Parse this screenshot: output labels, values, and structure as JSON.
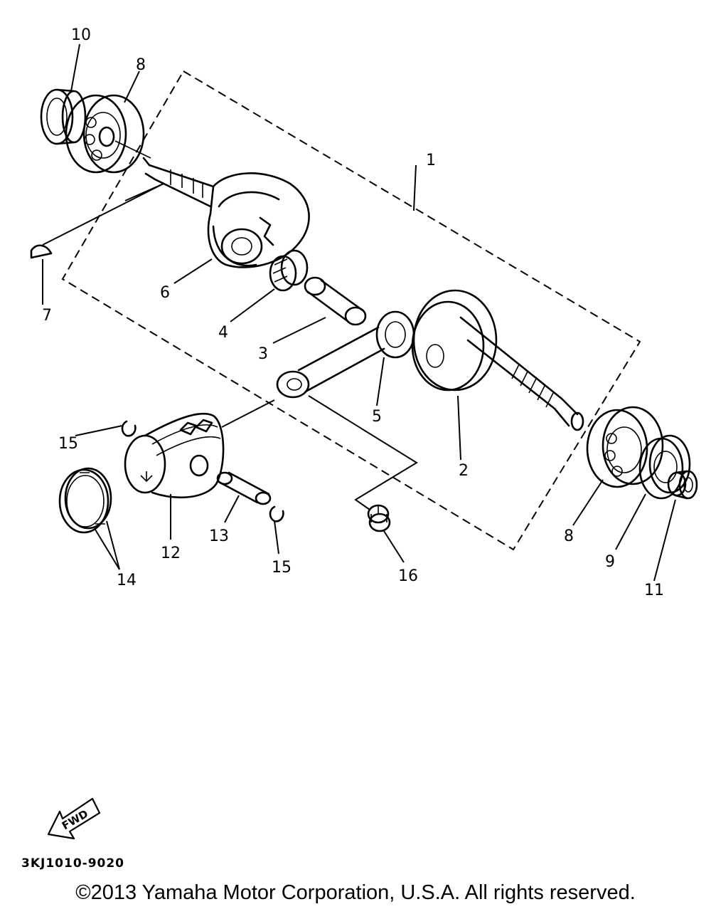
{
  "callouts": [
    {
      "id": "1",
      "text": "1"
    },
    {
      "id": "2",
      "text": "2"
    },
    {
      "id": "3",
      "text": "3"
    },
    {
      "id": "4",
      "text": "4"
    },
    {
      "id": "5",
      "text": "5"
    },
    {
      "id": "6",
      "text": "6"
    },
    {
      "id": "7",
      "text": "7"
    },
    {
      "id": "8a",
      "text": "8"
    },
    {
      "id": "8b",
      "text": "8"
    },
    {
      "id": "9",
      "text": "9"
    },
    {
      "id": "10",
      "text": "10"
    },
    {
      "id": "11",
      "text": "11"
    },
    {
      "id": "12",
      "text": "12"
    },
    {
      "id": "13",
      "text": "13"
    },
    {
      "id": "14",
      "text": "14"
    },
    {
      "id": "15a",
      "text": "15"
    },
    {
      "id": "15b",
      "text": "15"
    },
    {
      "id": "16",
      "text": "16"
    }
  ],
  "fwd_label": "FWD",
  "diagram_code": "3KJ1010-9020",
  "copyright": "©2013 Yamaha Motor Corporation, U.S.A. All rights reserved."
}
